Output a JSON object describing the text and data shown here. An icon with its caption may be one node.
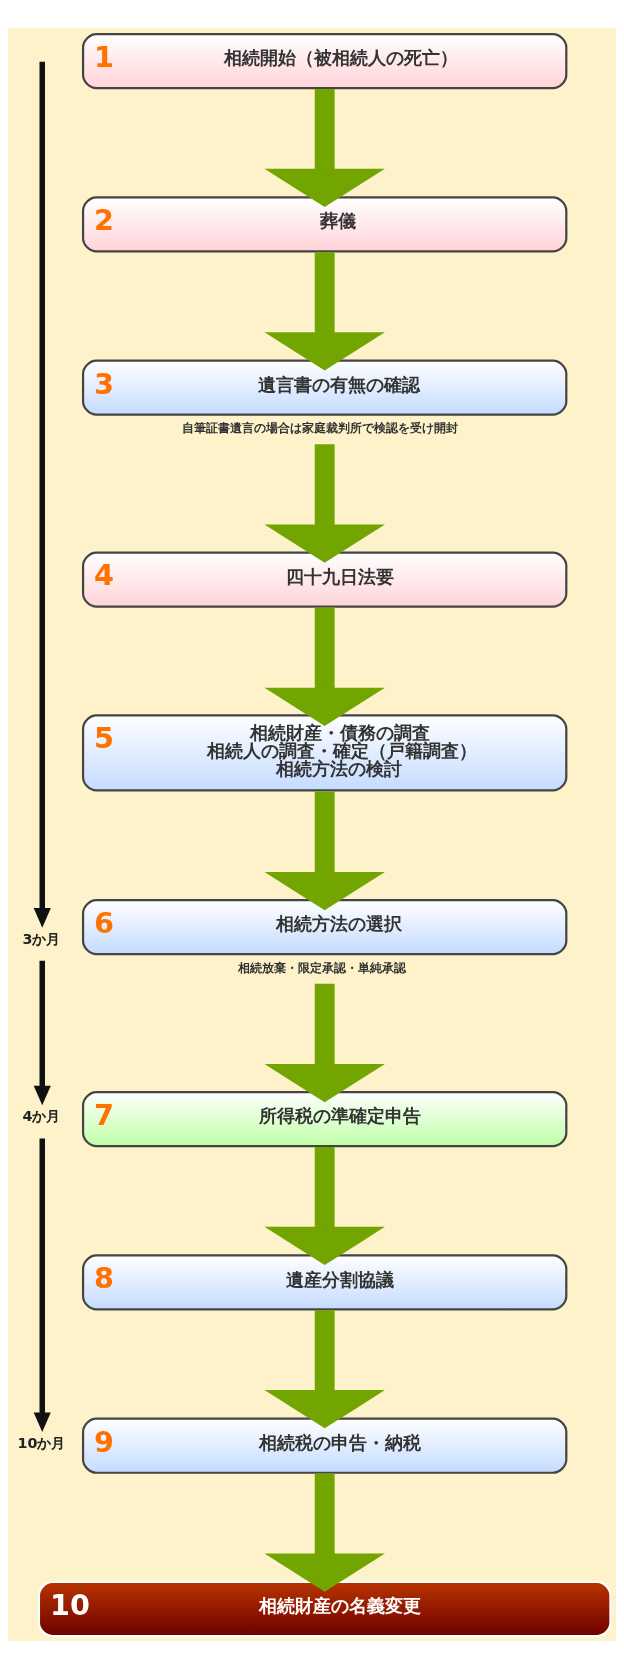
{
  "diagram": {
    "nodes": [
      {
        "text": [
          "1",
          "相続開始（被相続人の死亡）"
        ]
      },
      {
        "text": [
          "2",
          "葬儀"
        ]
      },
      {
        "text": [
          "3",
          "遺言書の有無の確認"
        ],
        "beside": [
          "自筆証書遺言の場合は家庭裁判所で検認を受け開封"
        ]
      },
      {
        "text": [
          "4",
          "四十九日法要"
        ]
      },
      {
        "text": [
          "5",
          "相続財産・債務の調査",
          "相続人の調査・確定（戸籍調査）",
          "相続方法の検討"
        ]
      },
      {
        "text": [
          "3か月"
        ]
      },
      {
        "text": [
          "6",
          "相続方法の選択"
        ],
        "beside": [
          "相続放棄・限定承認・単純承認"
        ]
      },
      {
        "text": [
          "4か月"
        ]
      },
      {
        "text": [
          "7",
          "所得税の準確定申告"
        ]
      },
      {
        "text": [
          "8",
          "遺産分割協議"
        ]
      },
      {
        "text": [
          "10か月"
        ]
      },
      {
        "text": [
          "9",
          "相続税の申告・納税"
        ]
      },
      {
        "text": [
          "10",
          "相続財産の名義変更"
        ]
      }
    ],
    "edges": [
      {
        "from": 0,
        "to": 1,
        "arrow": "to"
      },
      {
        "from": 1,
        "to": 2,
        "arrow": "to"
      },
      {
        "from": 2,
        "to": 3,
        "arrow": "to"
      },
      {
        "from": 3,
        "to": 4,
        "arrow": "to"
      },
      {
        "from": 4,
        "to": 6,
        "arrow": "to"
      },
      {
        "from": 6,
        "to": 8,
        "arrow": "to"
      },
      {
        "from": 8,
        "to": 9,
        "arrow": "to"
      },
      {
        "from": 9,
        "to": 11,
        "arrow": "to"
      },
      {
        "from": 11,
        "to": 12,
        "arrow": "to"
      },
      {
        "from": null,
        "to": 5,
        "arrow": "to",
        "color": "#111111"
      },
      {
        "from": 5,
        "to": 7,
        "arrow": "to",
        "color": "#111111"
      },
      {
        "from": 7,
        "to": 10,
        "arrow": "to",
        "color": "#111111"
      }
    ]
  }
}
